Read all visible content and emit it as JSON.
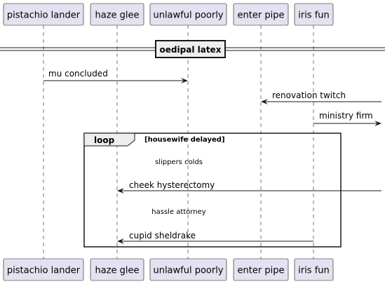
{
  "participants": [
    {
      "id": "p1",
      "label": "pistachio lander"
    },
    {
      "id": "p2",
      "label": "haze glee"
    },
    {
      "id": "p3",
      "label": "unlawful poorly"
    },
    {
      "id": "p4",
      "label": "enter pipe"
    },
    {
      "id": "p5",
      "label": "iris fun"
    }
  ],
  "divider": {
    "label": "oedipal latex"
  },
  "messages": [
    {
      "id": "m1",
      "label": "mu concluded"
    },
    {
      "id": "m2",
      "label": "renovation twitch"
    },
    {
      "id": "m3",
      "label": "ministry firm"
    },
    {
      "id": "m4",
      "label": "cheek hysterectomy"
    },
    {
      "id": "m5",
      "label": "cupid sheldrake"
    }
  ],
  "loop": {
    "keyword": "loop",
    "condition": "[housewife delayed]"
  },
  "delays": [
    {
      "id": "d1",
      "label": "slippers colds"
    },
    {
      "id": "d2",
      "label": "hassle attorney"
    }
  ],
  "colors": {
    "participant_fill": "#E2E2F0",
    "participant_border": "#181818",
    "lifeline": "#181818",
    "divider_fill": "#EEEEEE",
    "frame_header_fill": "#EEEEEE"
  }
}
